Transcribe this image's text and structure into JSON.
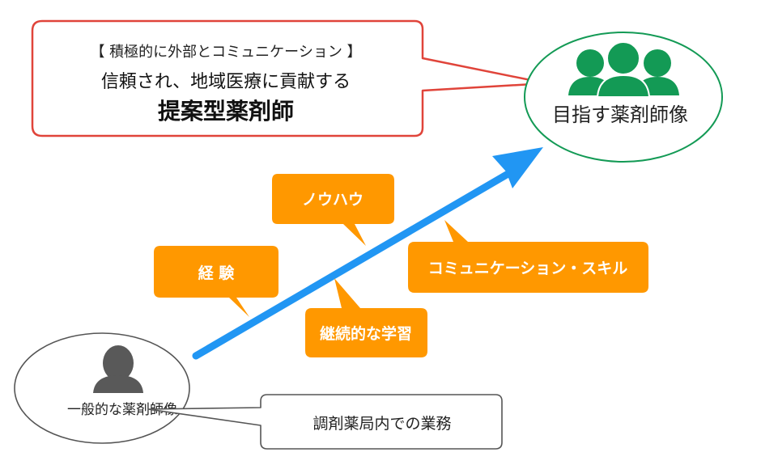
{
  "goal_callout": {
    "subtitle": "【 積極的に外部とコミュニケーション 】",
    "line1": "信頼され、地域医療に貢献する",
    "line2": "提案型薬剤師",
    "border_color": "#e0443a"
  },
  "target_node": {
    "label": "目指す薬剤師像",
    "icon": "group-icon",
    "color": "#139a55"
  },
  "start_node": {
    "label": "一般的な薬剤師像",
    "icon": "person-icon",
    "color": "#595959"
  },
  "start_callout": {
    "label": "調剤薬局内での業務"
  },
  "growth_arrow": {
    "color": "#2196f3"
  },
  "factor_bubbles": [
    {
      "label": "経 験"
    },
    {
      "label": "ノウハウ"
    },
    {
      "label": "継続的な学習"
    },
    {
      "label": "コミュニケーション・スキル"
    }
  ],
  "bubble_color": "#ff9800"
}
